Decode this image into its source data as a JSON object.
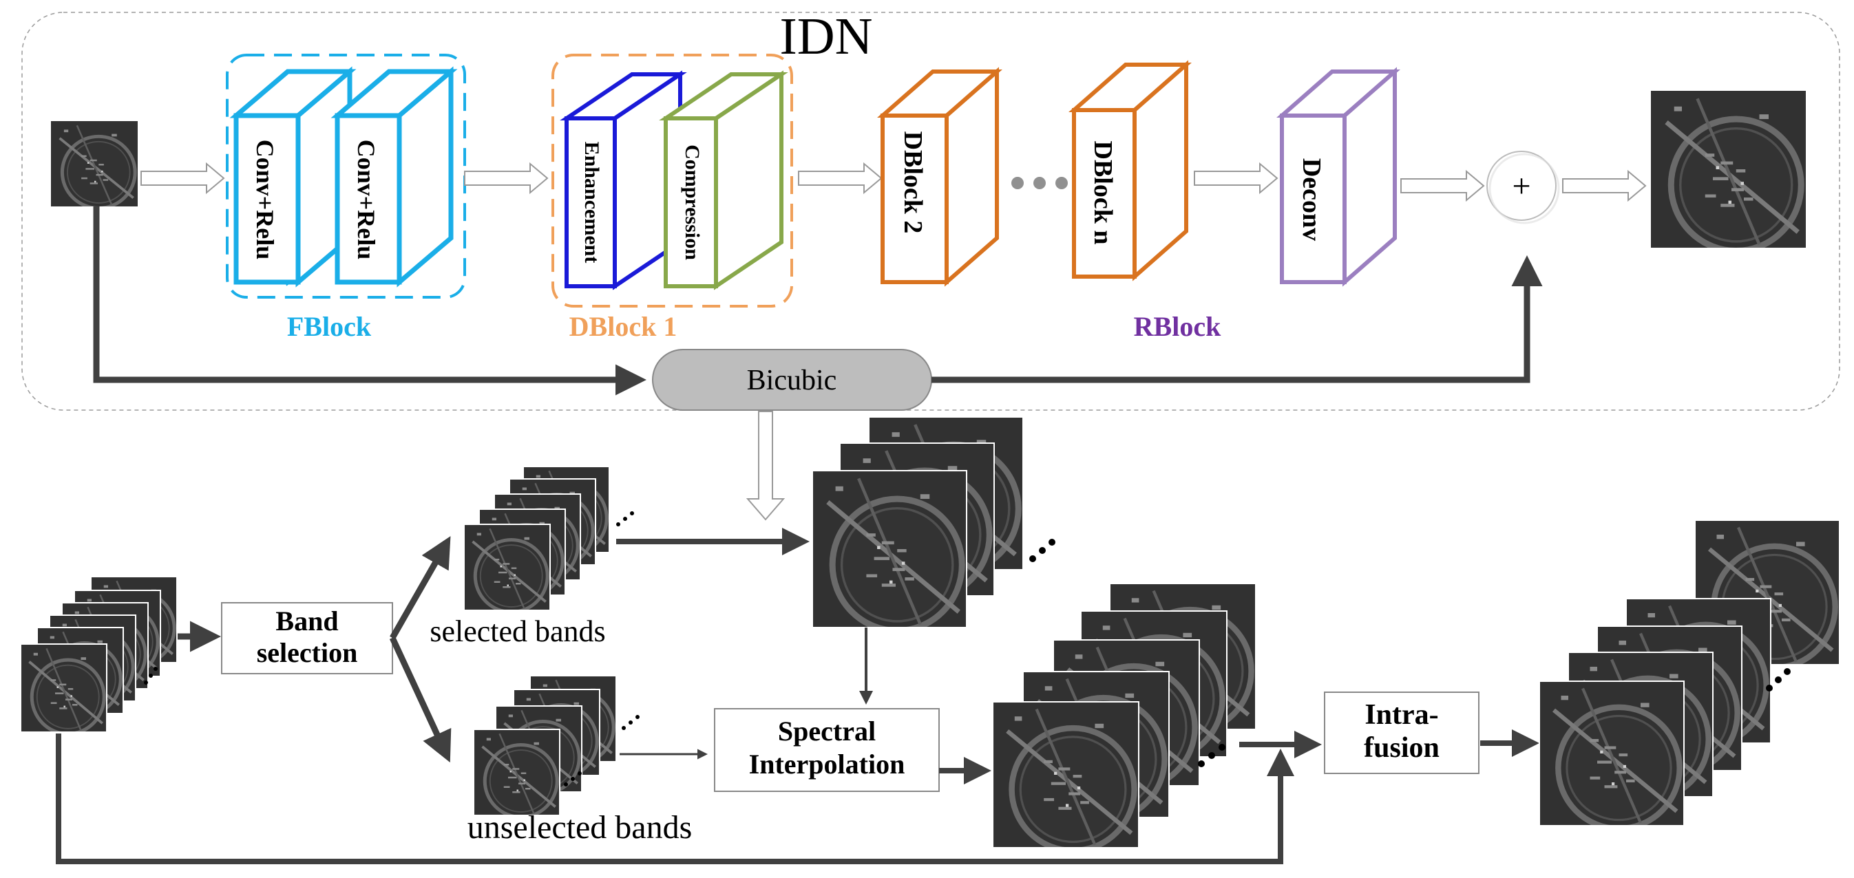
{
  "idn": {
    "title": "IDN",
    "fblock": {
      "label": "FBlock",
      "blocks": [
        "Conv+Relu",
        "Conv+Relu"
      ]
    },
    "dblock1": {
      "label": "DBlock 1",
      "blocks": [
        "Enhancement",
        "Compression"
      ]
    },
    "dblock2": "DBlock 2",
    "ellipsis": "···",
    "dblockn": "DBlock n",
    "deconv": "Deconv",
    "rblock_label": "RBlock",
    "sum_symbol": "+",
    "bicubic": "Bicubic"
  },
  "pipeline": {
    "band_selection": [
      "Band",
      "selection"
    ],
    "selected_bands": "selected bands",
    "unselected_bands": "unselected bands",
    "spectral_interpolation": [
      "Spectral",
      "Interpolation"
    ],
    "intra_fusion": [
      "Intra-",
      "fusion"
    ],
    "stack_dots": "···"
  },
  "colors": {
    "fblock": "#1aaee8",
    "dblock1": "#f0a05a",
    "enhancement": "#1a1ad8",
    "compression": "#88a84a",
    "dblock": "#d9731f",
    "deconv": "#9b7fc0",
    "rblock": "#7030a0",
    "arrow": "#404040"
  }
}
